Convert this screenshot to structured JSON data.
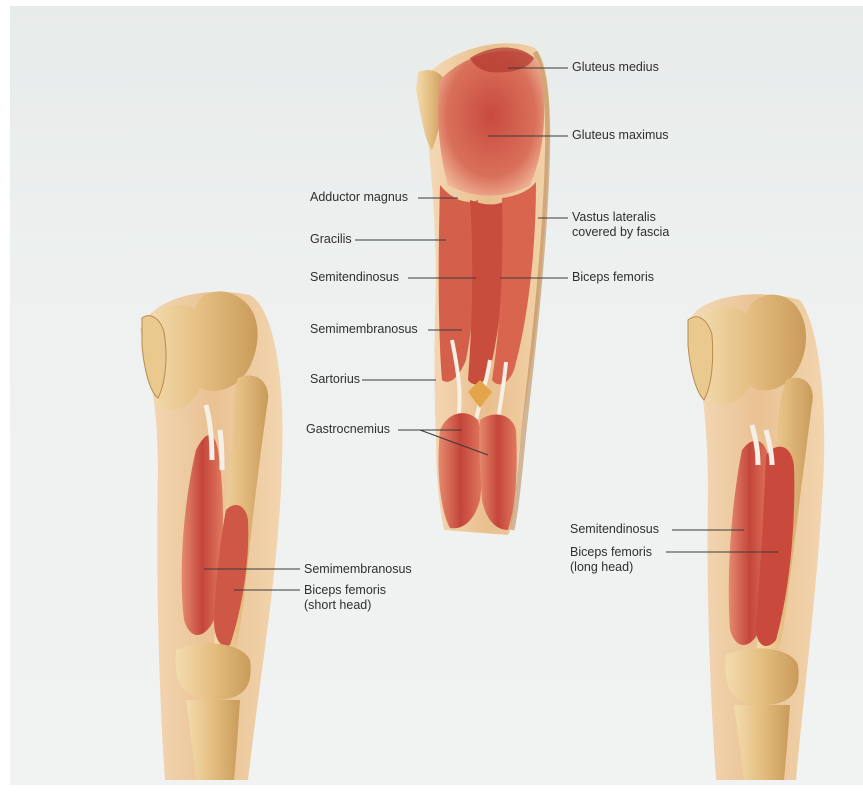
{
  "labels": {
    "gluteus_medius": "Gluteus medius",
    "gluteus_maximus": "Gluteus maximus",
    "adductor_magnus": "Adductor magnus",
    "gracilis": "Gracilis",
    "vastus_lateralis": "Vastus lateralis\ncovered by fascia",
    "semitendinosus_center": "Semitendinosus",
    "biceps_femoris_center": "Biceps femoris",
    "semimembranosus_center": "Semimembranosus",
    "sartorius": "Sartorius",
    "gastrocnemius": "Gastrocnemius",
    "semimembranosus_left": "Semimembranosus",
    "biceps_femoris_short": "Biceps femoris\n(short head)",
    "semitendinosus_right": "Semitendinosus",
    "biceps_femoris_long": "Biceps femoris\n(long head)"
  },
  "colors": {
    "muscle": "#c8503e",
    "muscle_light": "#e07a5f",
    "bone": "#e6c48a",
    "bone_shadow": "#c99b5a",
    "skin": "#e9c39a",
    "tendon": "#f3efe8",
    "paper": "#eef1f0"
  }
}
